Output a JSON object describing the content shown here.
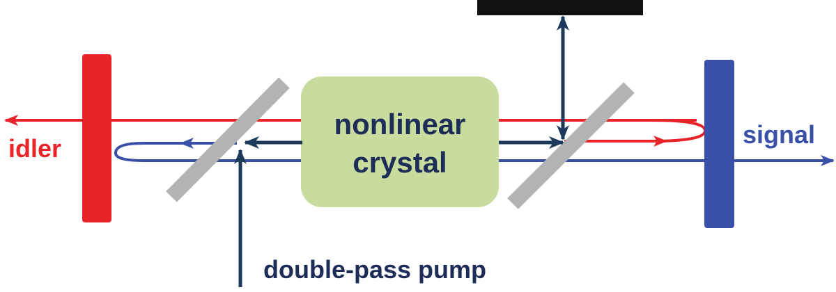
{
  "diagram": {
    "crystal_label_line1": "nonlinear",
    "crystal_label_line2": "crystal",
    "idler_label": "idler",
    "signal_label": "signal",
    "pump_label": "double-pass pump"
  },
  "colors": {
    "idler": "#e8242a",
    "signal": "#3a4fa8",
    "pump": "#1d3a5c",
    "crystal_fill": "#c8dc9e",
    "mirror_gray": "#b3b3b3",
    "end_mirror": "#111111",
    "pump_text": "#1e2d58"
  }
}
